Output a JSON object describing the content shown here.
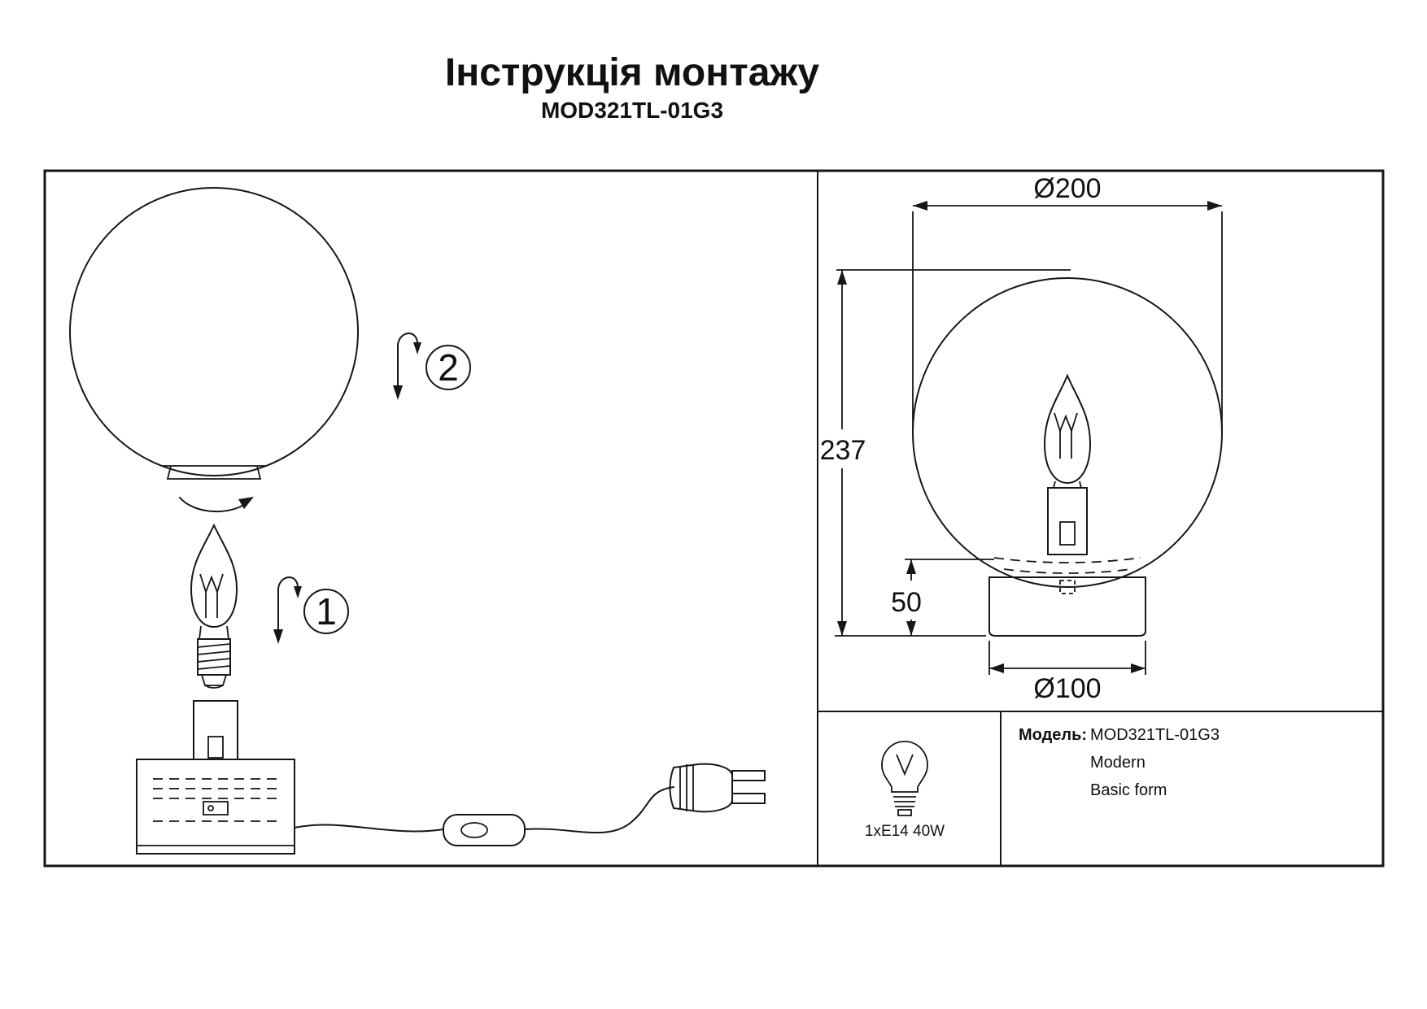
{
  "header": {
    "title": "Інструкція  монтажу",
    "subtitle": "MOD321TL-01G3"
  },
  "steps": {
    "step1_label": "1",
    "step2_label": "2"
  },
  "dimensions": {
    "globe_diameter": "Ø200",
    "total_height": "237",
    "base_height": "50",
    "base_diameter": "Ø100"
  },
  "spec": {
    "model_label": "Модель:",
    "model_value": "MOD321TL-01G3",
    "style_line": "Modern",
    "form_line": "Basic form",
    "bulb_spec": "1xE14 40W"
  },
  "colors": {
    "ink": "#161616",
    "background": "#ffffff"
  }
}
